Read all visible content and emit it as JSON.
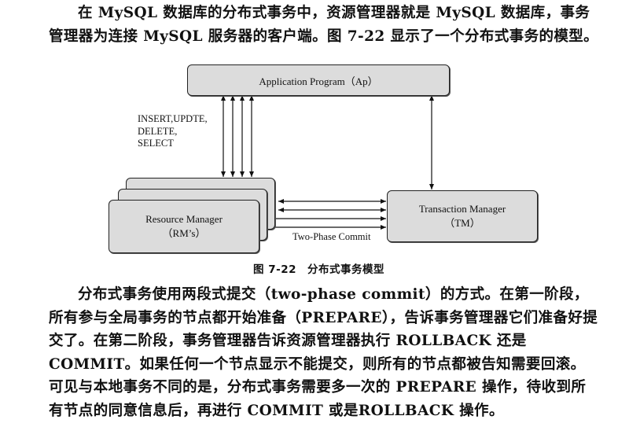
{
  "paragraphs": {
    "p1": "在 MySQL 数据库的分布式事务中，资源管理器就是 MySQL 数据库，事务管理器为连接 MySQL 服务器的客户端。图 7-22 显示了一个分布式事务的模型。",
    "p2": "分布式事务使用两段式提交（two-phase commit）的方式。在第一阶段，所有参与全局事务的节点都开始准备（PREPARE），告诉事务管理器它们准备好提交了。在第二阶段，事务管理器告诉资源管理器执行 ROLLBACK 还是 COMMIT。如果任何一个节点显示不能提交，则所有的节点都被告知需要回滚。可见与本地事务不同的是，分布式事务需要多一次的 PREPARE 操作，待收到所有节点的同意信息后，再进行 COMMIT 或是ROLLBACK 操作。"
  },
  "diagram": {
    "ap_label": "Application Program（Ap）",
    "rm_line1": "Resource Manager",
    "rm_line2": "（RM’s）",
    "tm_line1": "Transaction Manager",
    "tm_line2": "（TM）",
    "sql_ops": [
      "INSERT,UPDTE,",
      "DELETE,",
      "SELECT"
    ],
    "two_phase_label": "Two-Phase Commit"
  },
  "figure": {
    "number": "图 7-22",
    "title": "分布式事务模型"
  }
}
